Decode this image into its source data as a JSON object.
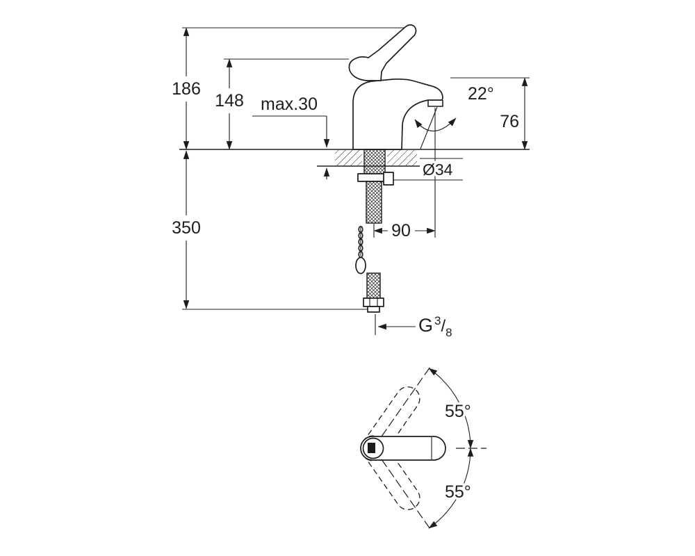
{
  "drawing": {
    "line_color": "#1d1d1b",
    "background": "#ffffff"
  },
  "side_view": {
    "labels": {
      "total_height": "186",
      "handle_height": "148",
      "max_mounting_thickness": "max.30",
      "spout_angle": "22°",
      "spout_height": "76",
      "hole_diameter": "Ø34",
      "hose_length": "350",
      "spout_projection": "90",
      "thread": {
        "g": "G",
        "numerator": "3",
        "slash": "/",
        "denominator": "8"
      }
    }
  },
  "top_view": {
    "labels": {
      "handle_swing_upper": "55°",
      "handle_swing_lower": "55°"
    }
  }
}
